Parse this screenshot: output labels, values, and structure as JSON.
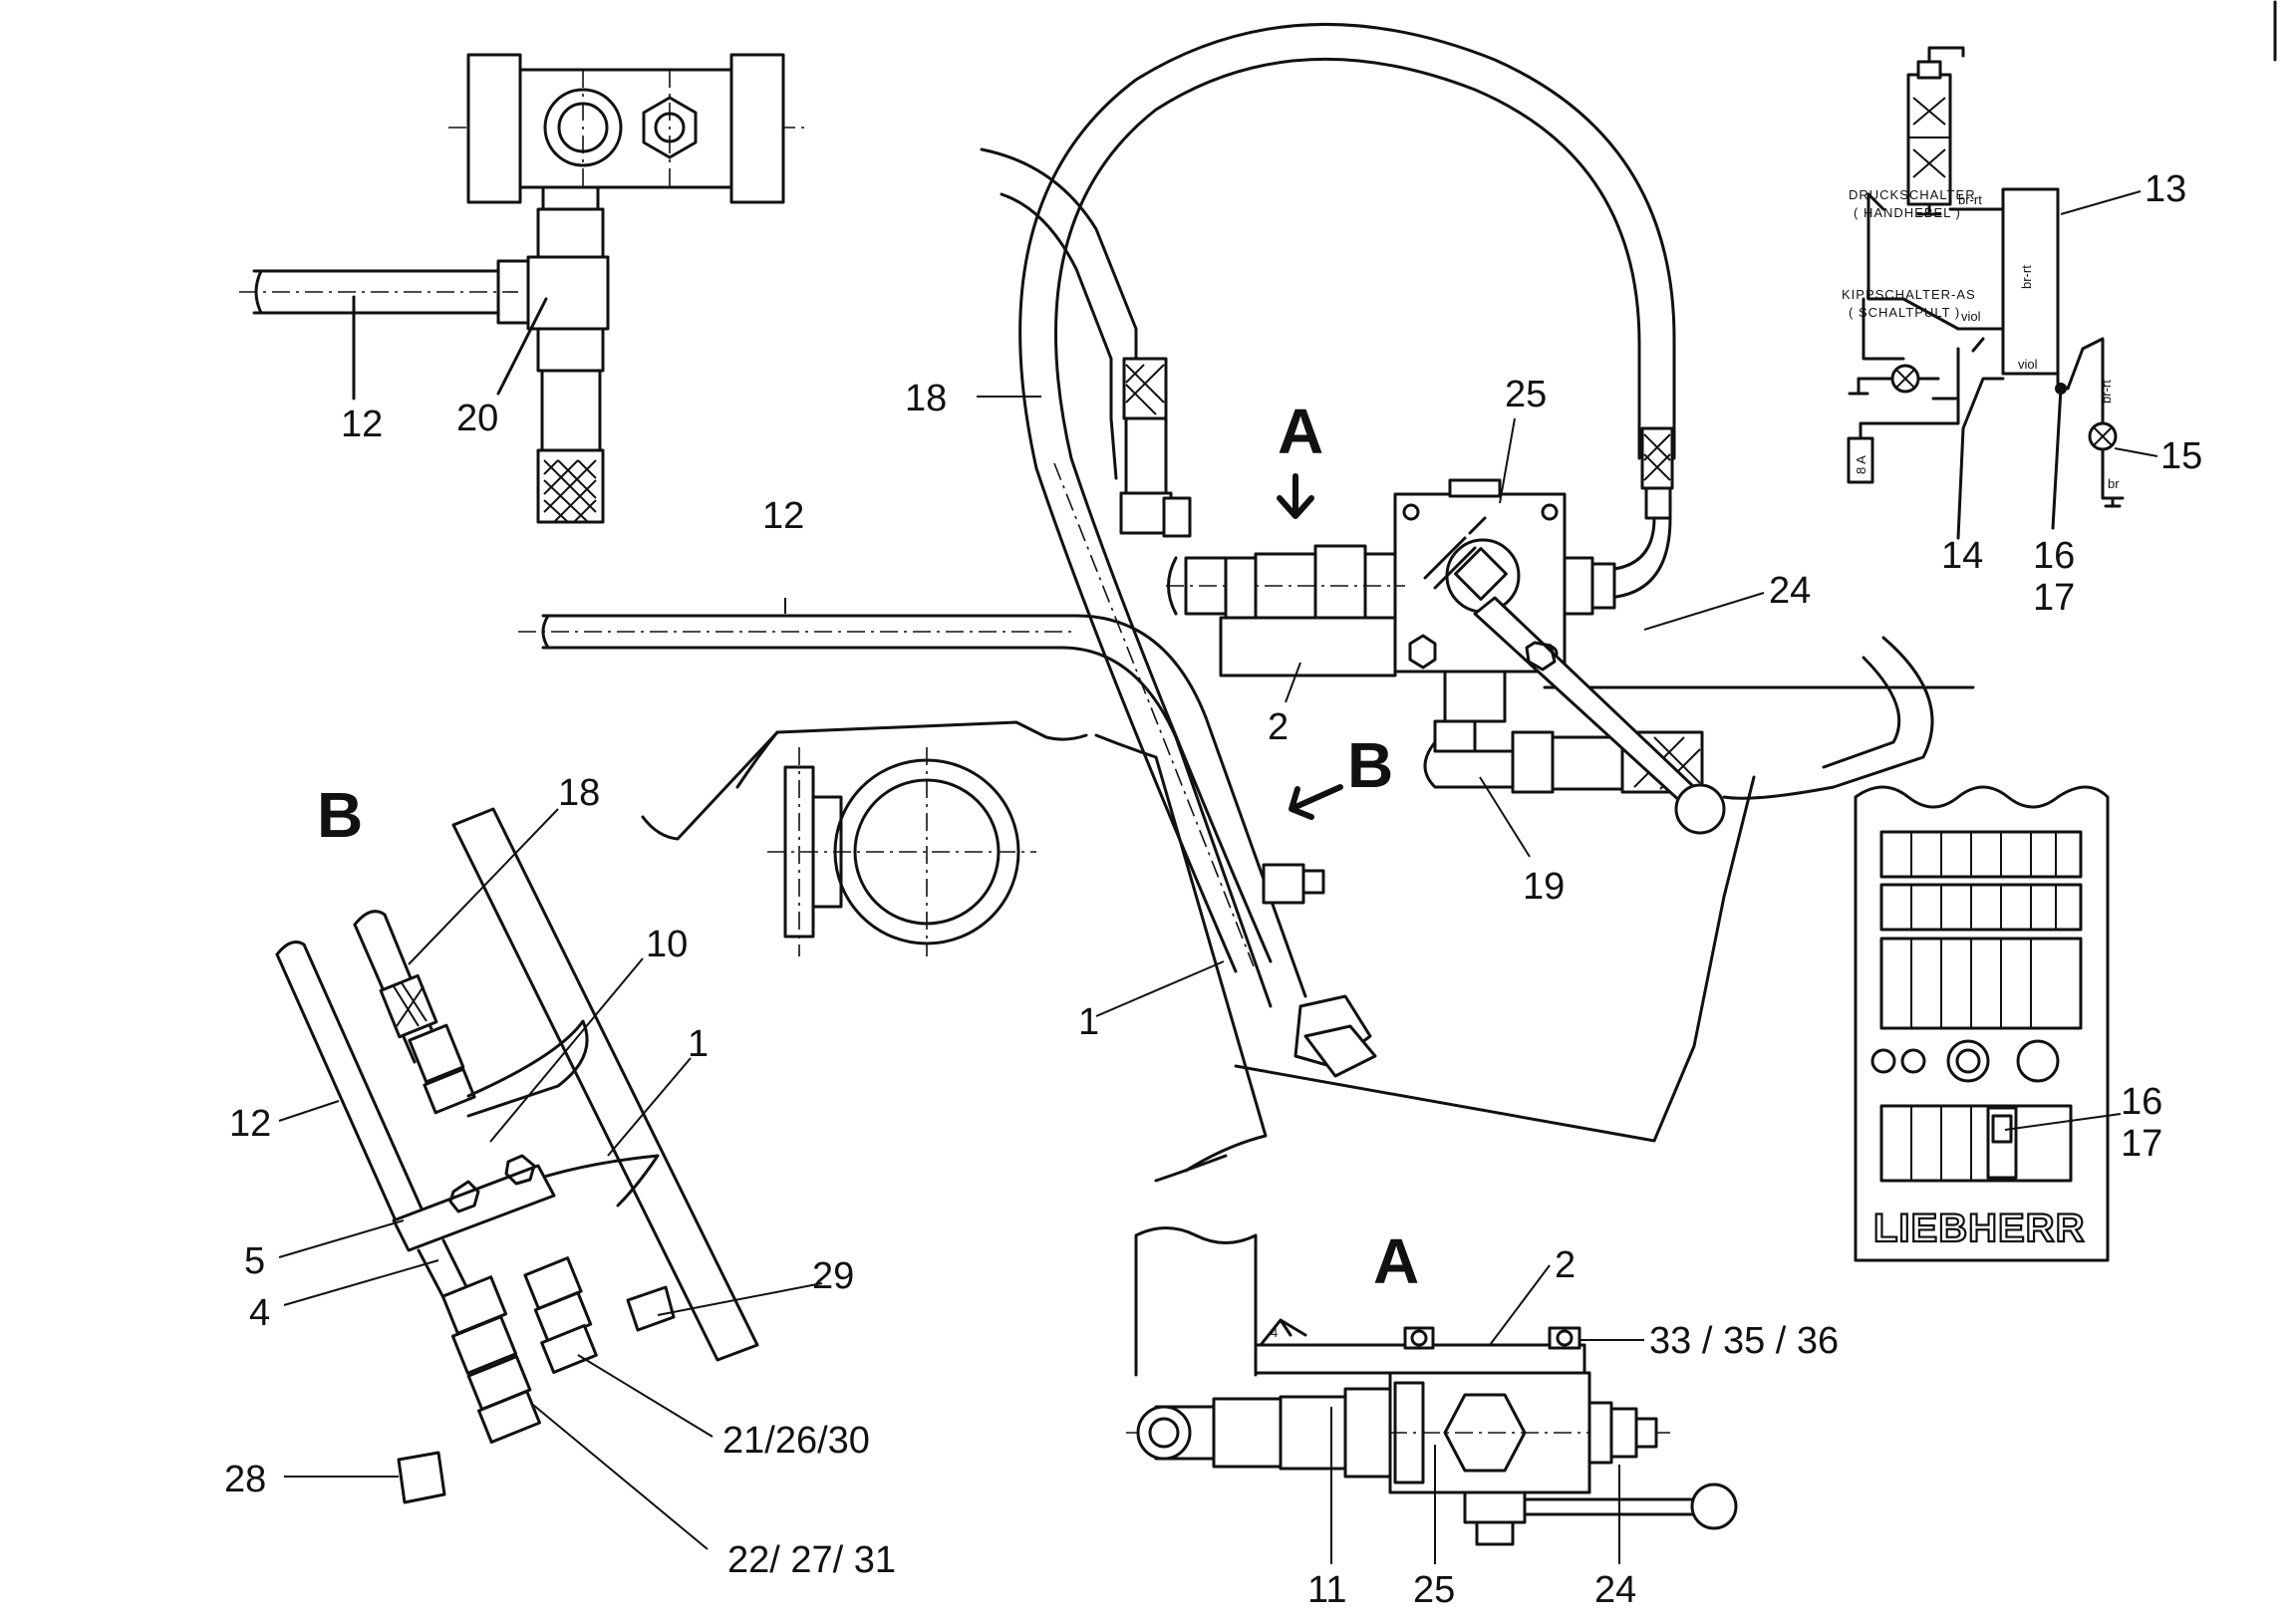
{
  "view_labels": {
    "view_a": "A",
    "view_b": "B",
    "detail_a": "A",
    "detail_b": "B"
  },
  "callouts": {
    "top_left_12": "12",
    "top_left_20": "20",
    "main_18": "18",
    "main_12": "12",
    "main_25": "25",
    "main_2": "2",
    "main_24": "24",
    "main_19": "19",
    "main_1": "1",
    "circuit_13": "13",
    "circuit_15": "15",
    "circuit_14": "14",
    "circuit_16": "16",
    "circuit_17": "17",
    "panel_16": "16",
    "panel_17": "17",
    "b_18": "18",
    "b_10": "10",
    "b_1": "1",
    "b_12": "12",
    "b_5": "5",
    "b_4": "4",
    "b_29": "29",
    "b_21_26_30": "21/26/30",
    "b_28": "28",
    "b_22_27_31": "22/ 27/ 31",
    "a_2": "2",
    "a_33_35_36": "33 / 35 / 36",
    "a_11": "11",
    "a_25": "25",
    "a_24": "24"
  },
  "circuit": {
    "pressure_switch": "DRUCKSCHALTER",
    "pressure_switch_sub": "( HANDHEBEL )",
    "toggle_switch": "KIPPSCHALTER-AS",
    "toggle_switch_sub": "( SCHALTPULT )",
    "wire_br_rt_1": "br-rt",
    "wire_br_rt_2": "br-rt",
    "wire_br_rt_3": "br-rt",
    "wire_br": "br",
    "wire_viol_1": "viol",
    "wire_viol_2": "viol",
    "fuse": "8 A",
    "weld_symbol": "4"
  },
  "logo": "LIEBHERR"
}
